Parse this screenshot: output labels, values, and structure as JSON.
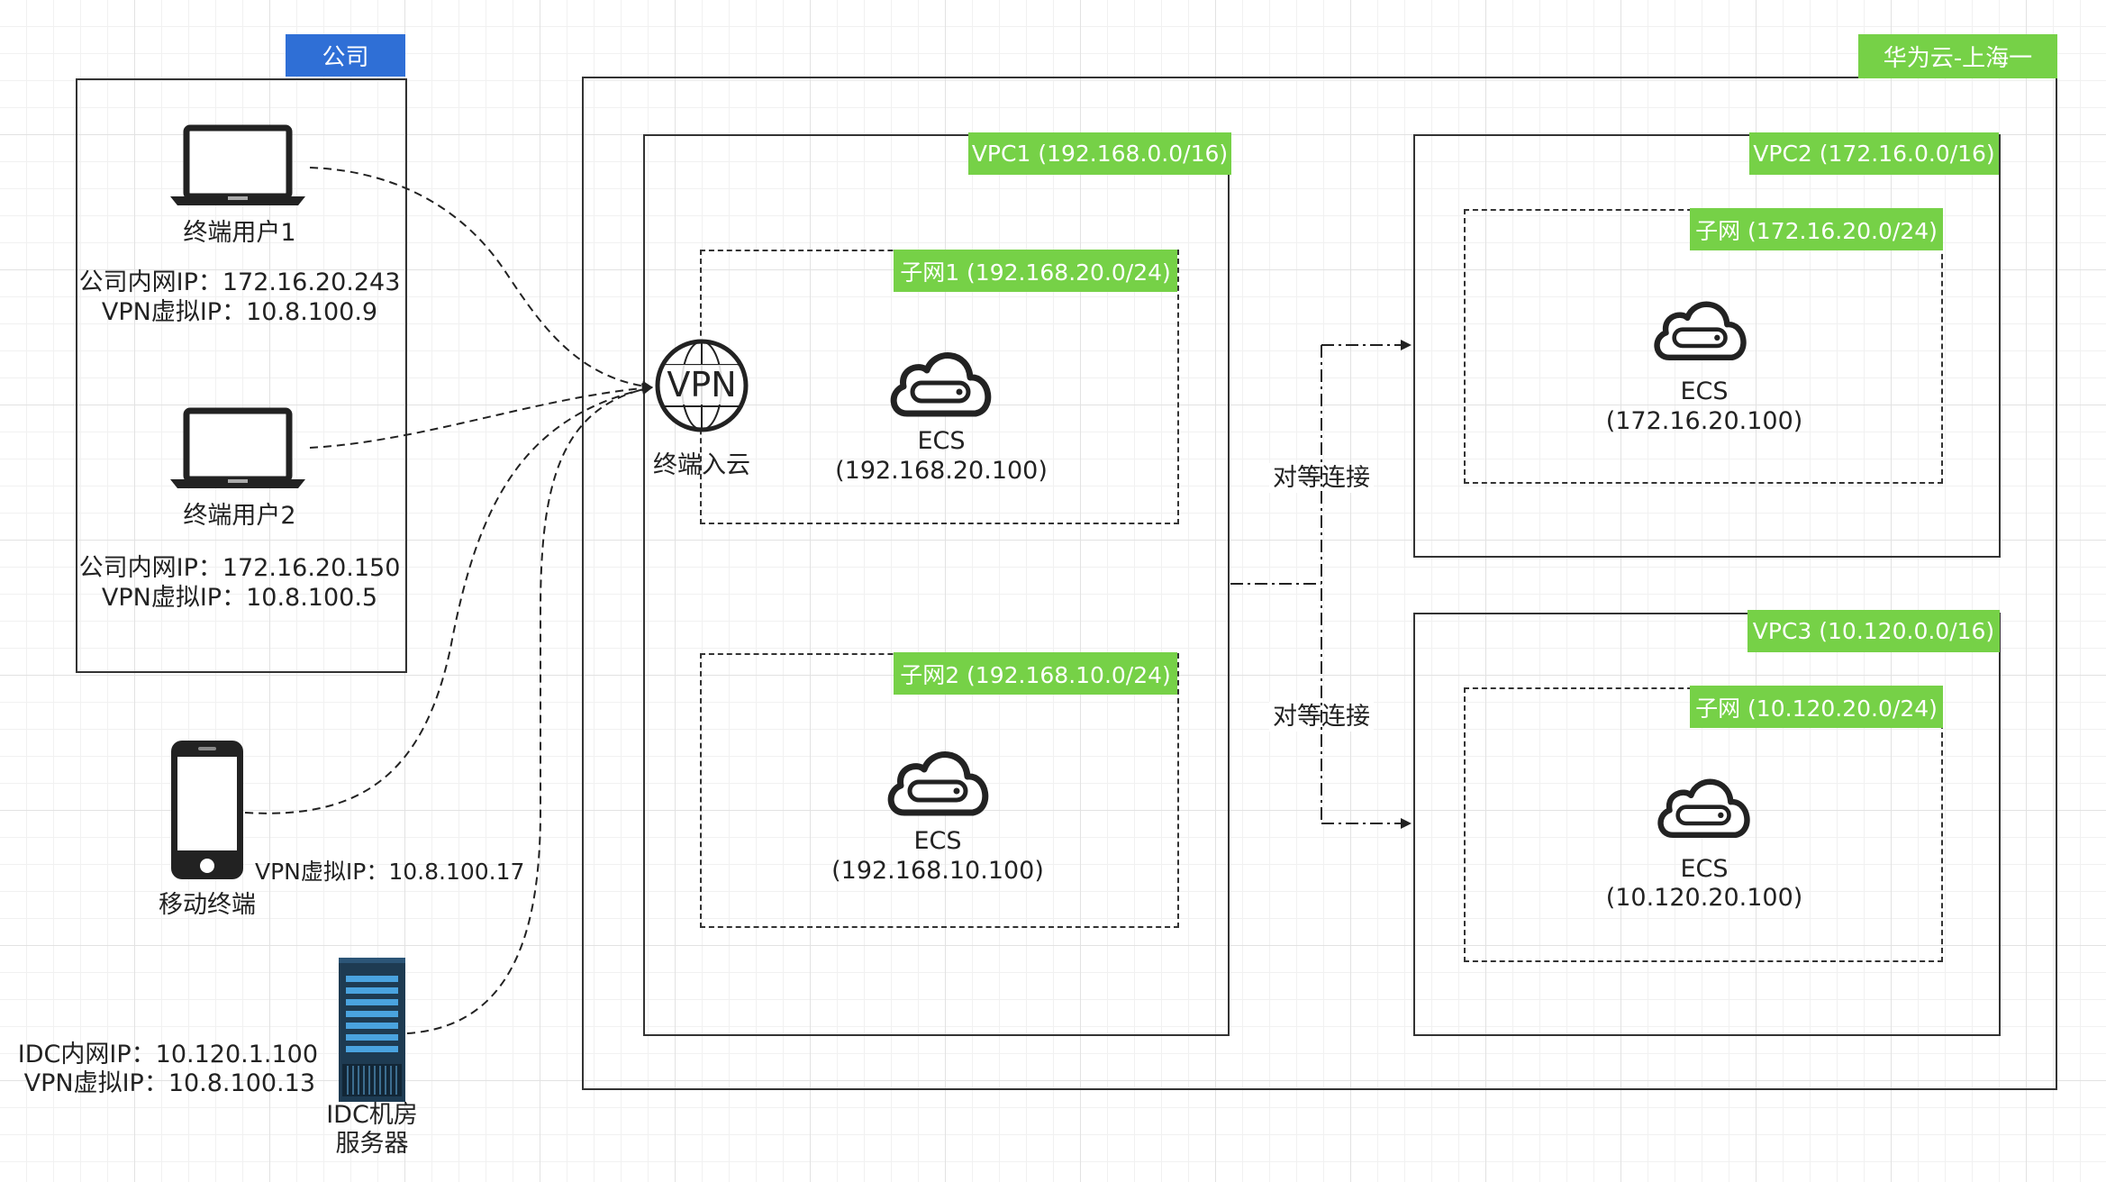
{
  "company": {
    "label": "公司",
    "user1": {
      "name": "终端用户1",
      "lan_ip": "公司内网IP：172.16.20.243",
      "vpn_ip": "VPN虚拟IP：10.8.100.9"
    },
    "user2": {
      "name": "终端用户2",
      "lan_ip": "公司内网IP：172.16.20.150",
      "vpn_ip": "VPN虚拟IP：10.8.100.5"
    }
  },
  "mobile": {
    "vpn_ip": "VPN虚拟IP：10.8.100.17",
    "name": "移动终端"
  },
  "idc": {
    "lan_ip": "IDC内网IP：10.120.1.100",
    "vpn_ip": "VPN虚拟IP：10.8.100.13",
    "name_line1": "IDC机房",
    "name_line2": "服务器"
  },
  "cloud": {
    "label": "华为云-上海一",
    "vpn": {
      "icon_text": "VPN",
      "label": "终端入云"
    },
    "vpc1": {
      "label": "VPC1 (192.168.0.0/16)",
      "subnet1": {
        "label": "子网1 (192.168.20.0/24)",
        "ecs_name": "ECS",
        "ecs_ip": "(192.168.20.100)"
      },
      "subnet2": {
        "label": "子网2 (192.168.10.0/24)",
        "ecs_name": "ECS",
        "ecs_ip": "(192.168.10.100)"
      }
    },
    "vpc2": {
      "label": "VPC2 (172.16.0.0/16)",
      "subnet": {
        "label": "子网 (172.16.20.0/24)",
        "ecs_name": "ECS",
        "ecs_ip": "(172.16.20.100)"
      }
    },
    "vpc3": {
      "label": "VPC3 (10.120.0.0/16)",
      "subnet": {
        "label": "子网 (10.120.20.0/24)",
        "ecs_name": "ECS",
        "ecs_ip": "(10.120.20.100)"
      }
    },
    "peering1": "对等连接",
    "peering2": "对等连接"
  },
  "colors": {
    "green_label": "#76d147",
    "blue_label": "#2f6fd6",
    "server_body": "#1e3b52",
    "server_led": "#4aa3df"
  },
  "icons": [
    "laptop-icon",
    "phone-icon",
    "server-icon",
    "vpn-icon",
    "ecs-cloud-icon"
  ]
}
